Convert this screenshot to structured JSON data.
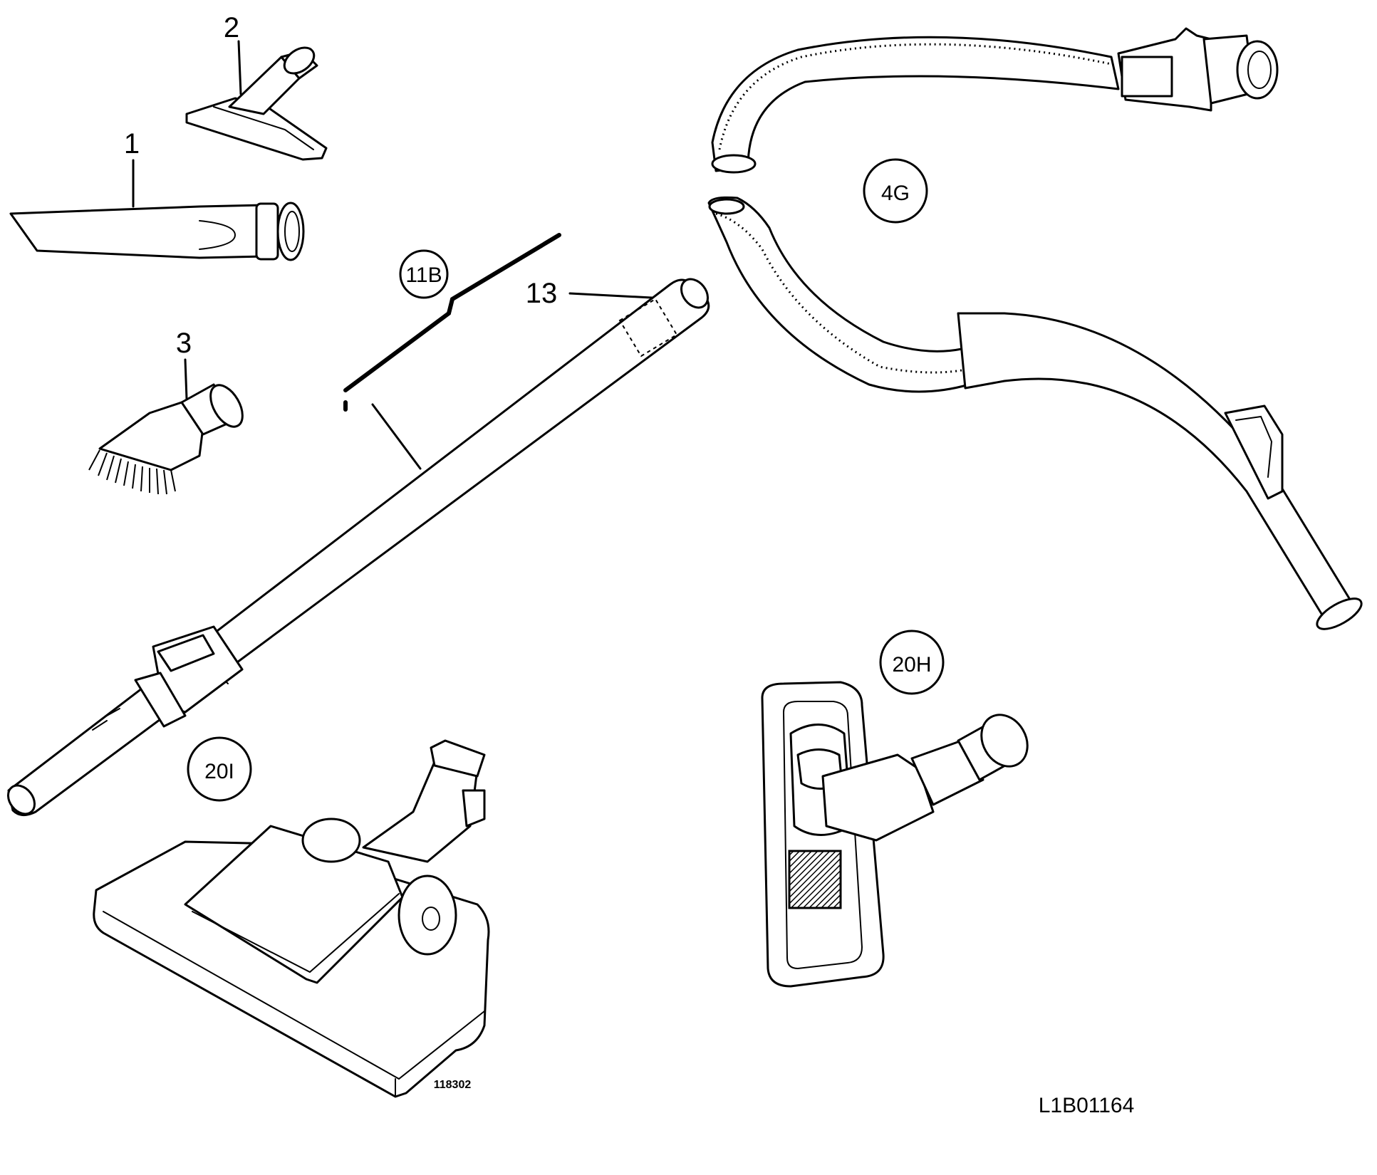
{
  "labels": {
    "p1": "1",
    "p2": "2",
    "p3": "3",
    "p11b": "11B",
    "p13": "13",
    "p4g": "4G",
    "p20h": "20H",
    "p20i": "20I"
  },
  "codes": {
    "small": "118302",
    "drawing": "L1B01164"
  }
}
